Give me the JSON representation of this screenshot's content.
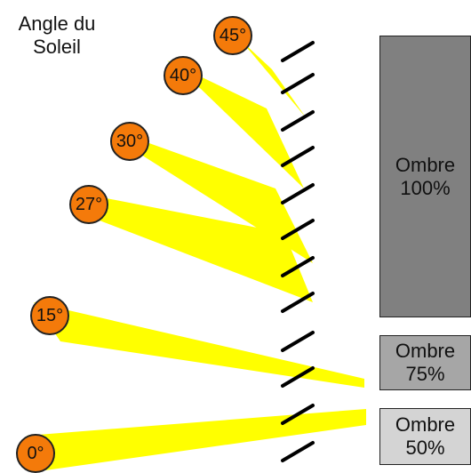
{
  "title": {
    "line1": "Angle du",
    "line2": "Soleil"
  },
  "colors": {
    "beam": "#ffff00",
    "sun": "#f47a0a",
    "louver": "#000000"
  },
  "sun_angles": [
    {
      "label": "45°",
      "angle": 45
    },
    {
      "label": "40°",
      "angle": 40
    },
    {
      "label": "30°",
      "angle": 30
    },
    {
      "label": "27°",
      "angle": 27
    },
    {
      "label": "15°",
      "angle": 15
    },
    {
      "label": "0°",
      "angle": 0
    }
  ],
  "shade_boxes": [
    {
      "line1": "Ombre",
      "line2": "100%",
      "color": "#808080"
    },
    {
      "line1": "Ombre",
      "line2": "75%",
      "color": "#a6a6a6"
    },
    {
      "line1": "Ombre",
      "line2": "50%",
      "color": "#d4d4d4"
    }
  ]
}
